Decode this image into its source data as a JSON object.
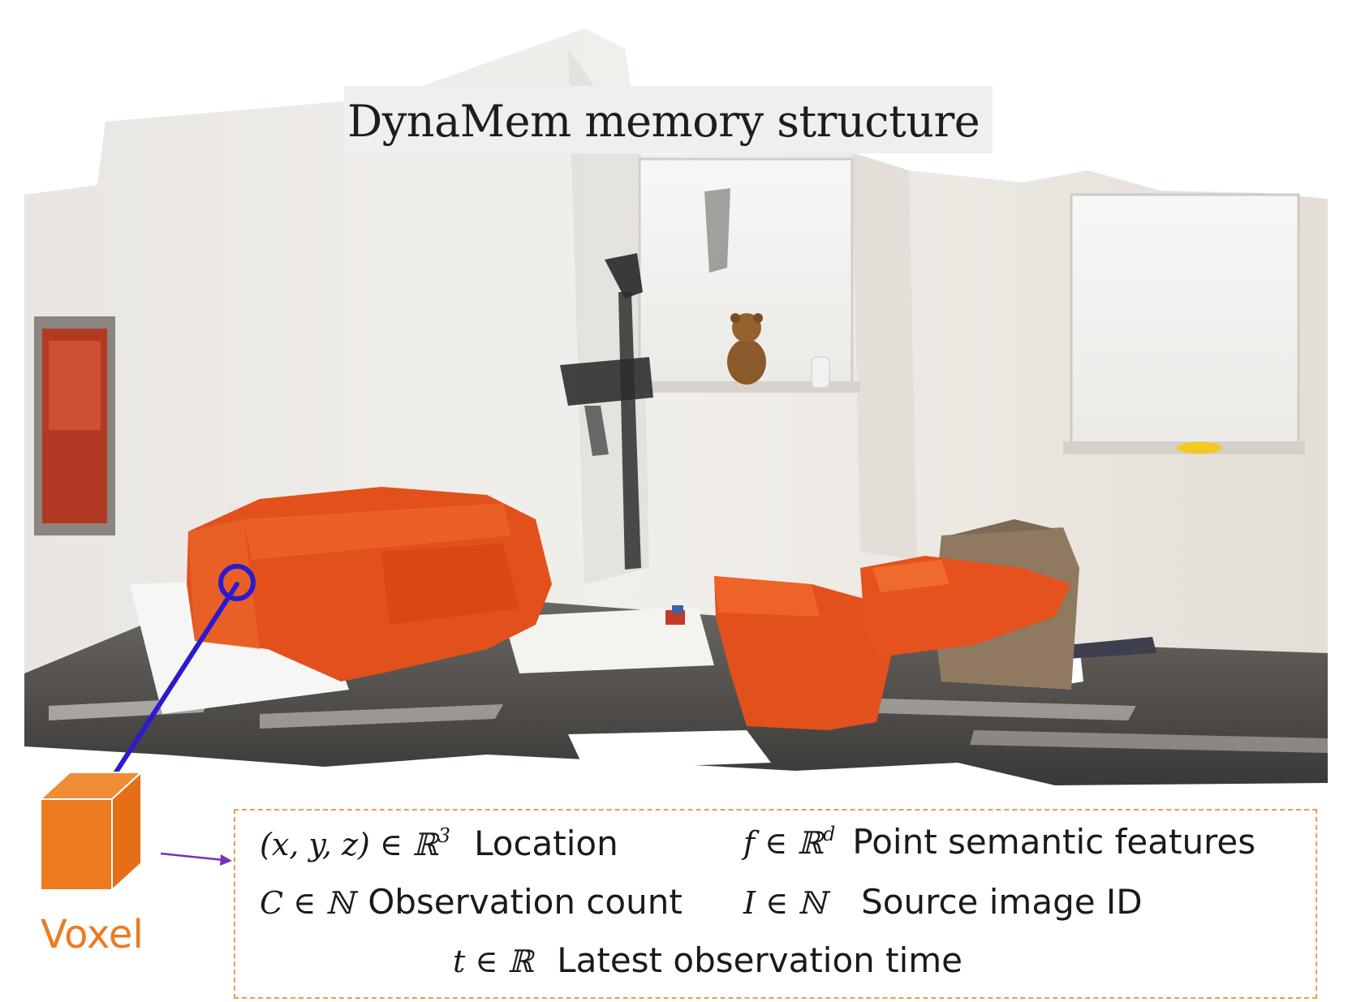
{
  "title": "DynaMem memory structure",
  "voxel": {
    "label": "Voxel"
  },
  "attributes": [
    {
      "symbol": "(x, y, z) ∈ ℝ",
      "sup": "3",
      "description": "Location"
    },
    {
      "symbol": "f ∈ ℝ",
      "sup": "d",
      "description": "Point semantic features"
    },
    {
      "symbol": "C ∈ ℕ",
      "sup": "",
      "description": "Observation count"
    },
    {
      "symbol": "I ∈ ℕ",
      "sup": "",
      "description": "Source image ID"
    },
    {
      "symbol": "t ∈ ℝ",
      "sup": "",
      "description": "Latest observation time"
    }
  ],
  "colors": {
    "voxel_orange": "#ee7a1f",
    "connector_blue": "#2a1bd0",
    "arrow_purple": "#7b2fb5",
    "box_border": "#ef9a4e",
    "sofa": "#e2501c"
  }
}
